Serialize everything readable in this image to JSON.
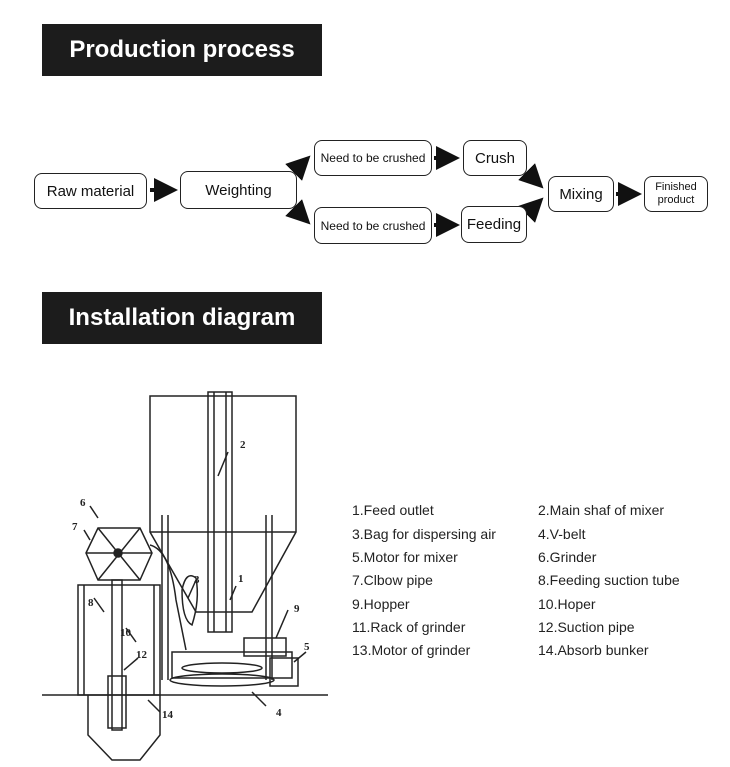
{
  "sections": {
    "production_title": "Production process",
    "installation_title": "Installation diagram"
  },
  "flow": {
    "raw_material": "Raw material",
    "weighting": "Weighting",
    "crushed_top": "Need to be crushed",
    "crushed_bottom": "Need to be crushed",
    "crush": "Crush",
    "feeding": "Feeding",
    "mixing": "Mixing",
    "finished_line1": "Finished",
    "finished_line2": "product"
  },
  "diagram_numbers": [
    "1",
    "2",
    "3",
    "4",
    "5",
    "6",
    "7",
    "8",
    "9",
    "10",
    "12",
    "14"
  ],
  "legend": [
    "1.Feed outlet",
    "2.Main shaf of mixer",
    "3.Bag for dispersing air",
    "4.V-belt",
    "5.Motor for mixer",
    "6.Grinder",
    "7.Clbow pipe",
    "8.Feeding suction tube",
    "9.Hopper",
    "10.Hoper",
    "11.Rack of grinder",
    "12.Suction pipe",
    "13.Motor of grinder",
    "14.Absorb bunker"
  ]
}
